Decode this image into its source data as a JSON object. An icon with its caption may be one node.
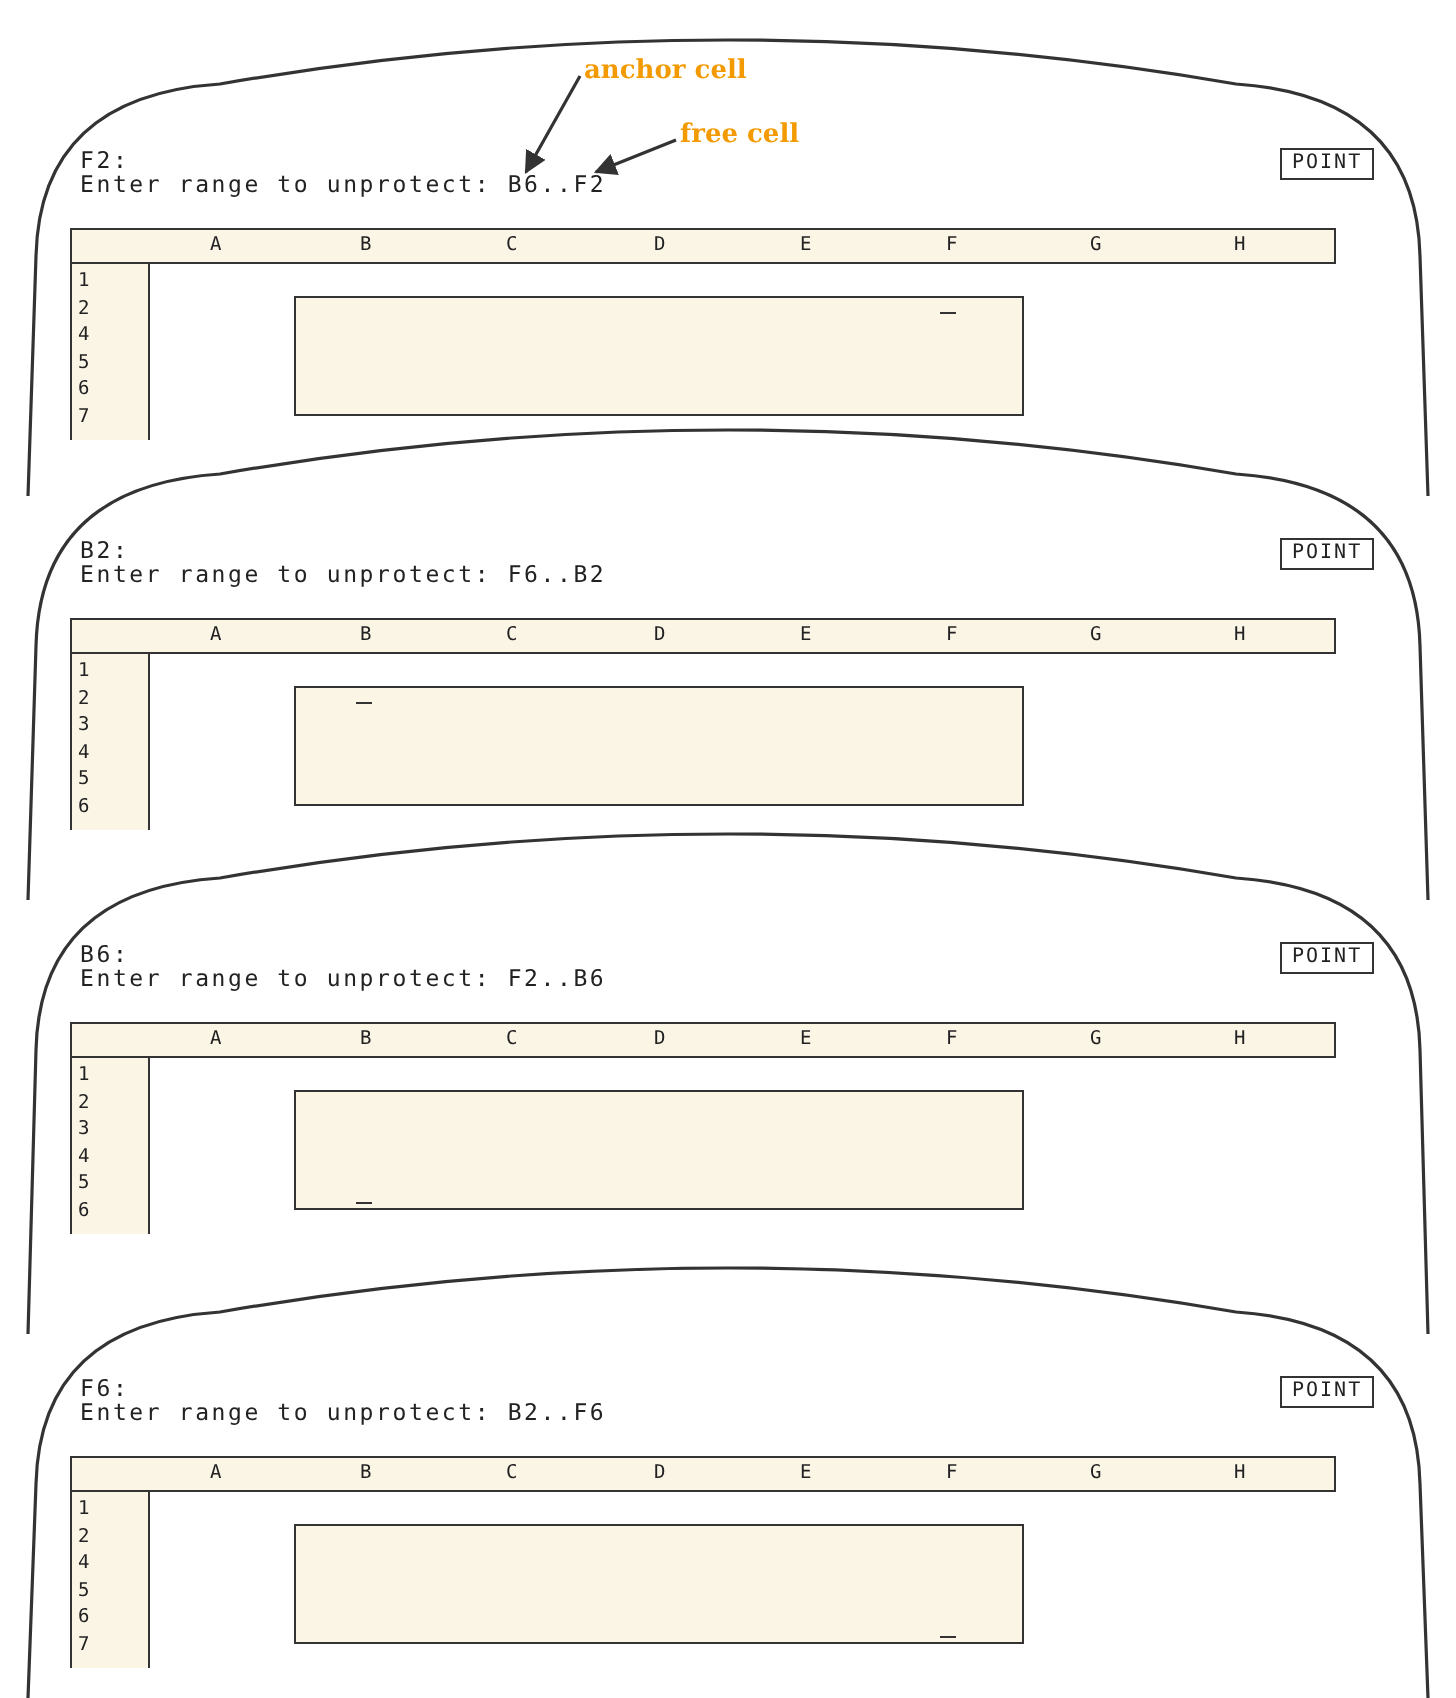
{
  "diagram": {
    "nodes": [
      {
        "text": [
          "anchor cell"
        ]
      },
      {
        "text": [
          "free cell"
        ]
      },
      {
        "text": [
          "Enter range to unprotect: B6..F2"
        ]
      }
    ],
    "edges": [
      {
        "from": 0,
        "to": 2,
        "arrow": "to"
      },
      {
        "from": 1,
        "to": 2,
        "arrow": "to"
      }
    ],
    "labels": [
      "F2:",
      "POINT",
      "A",
      "B",
      "C",
      "D",
      "E",
      "F",
      "G",
      "H",
      "1",
      "2",
      "4",
      "5",
      "6",
      "7",
      "B2:",
      "Enter range to unprotect: F6..B2",
      "POINT",
      "A",
      "B",
      "C",
      "D",
      "E",
      "F",
      "G",
      "H",
      "1",
      "2",
      "3",
      "4",
      "5",
      "6",
      "B6:",
      "Enter range to unprotect: F2..B6",
      "POINT",
      "A",
      "B",
      "C",
      "D",
      "E",
      "F",
      "G",
      "H",
      "1",
      "2",
      "3",
      "4",
      "5",
      "6",
      "F6:",
      "Enter range to unprotect: B2..F6",
      "POINT",
      "A",
      "B",
      "C",
      "D",
      "E",
      "F",
      "G",
      "H",
      "1",
      "2",
      "4",
      "5",
      "6",
      "7"
    ]
  }
}
